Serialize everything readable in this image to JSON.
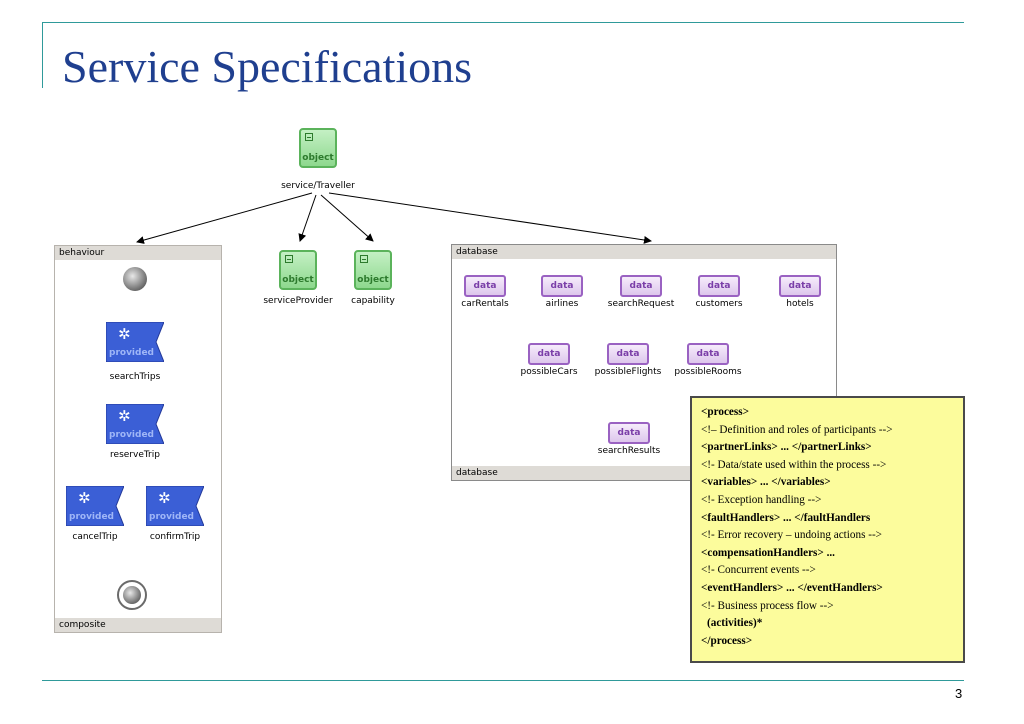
{
  "slide": {
    "title": "Service Specifications",
    "page_number": "3"
  },
  "diagram": {
    "root": {
      "label": "service/Traveller",
      "icon_text": "object"
    },
    "objects": [
      {
        "label": "serviceProvider",
        "icon_text": "object"
      },
      {
        "label": "capability",
        "icon_text": "object"
      }
    ],
    "behaviour_panel": {
      "header": "behaviour",
      "footer": "composite",
      "activities": [
        {
          "label": "searchTrips",
          "badge": "provided"
        },
        {
          "label": "reserveTrip",
          "badge": "provided"
        },
        {
          "label": "cancelTrip",
          "badge": "provided"
        },
        {
          "label": "confirmTrip",
          "badge": "provided"
        }
      ]
    },
    "database_panel": {
      "header": "database",
      "footer": "database",
      "data_badge": "data",
      "row1": [
        "carRentals",
        "airlines",
        "searchRequest",
        "customers",
        "hotels"
      ],
      "row2": [
        "possibleCars",
        "possibleFlights",
        "possibleRooms"
      ],
      "row3": [
        "searchResults"
      ]
    }
  },
  "code": {
    "l1": "<process>",
    "l2": "<!– Definition and roles of participants -->",
    "l3": "<partnerLinks> ... </partnerLinks>",
    "l4": "<!- Data/state used within the process -->",
    "l5": "<variables> ... </variables>",
    "l6": "<!- Exception handling -->",
    "l7": "<faultHandlers> ... </faultHandlers",
    "l8": "<!- Error recovery – undoing actions  -->",
    "l9": "<compensationHandlers> ...",
    "l10": "<!- Concurrent events -->",
    "l11": "<eventHandlers> ... </eventHandlers>",
    "l12": "<!- Business process flow  -->",
    "l13": "(activities)*",
    "l14": "</process>"
  },
  "colors": {
    "title": "#1f3f8f",
    "rule": "#2f9a9a",
    "object_green": "#5bb35b",
    "data_purple": "#9a62c2",
    "provided_blue": "#3b5fd6",
    "behaviour_arrows": "#cc2222",
    "database_arrows": "#22bb22",
    "code_background": "#fcfc9c"
  }
}
